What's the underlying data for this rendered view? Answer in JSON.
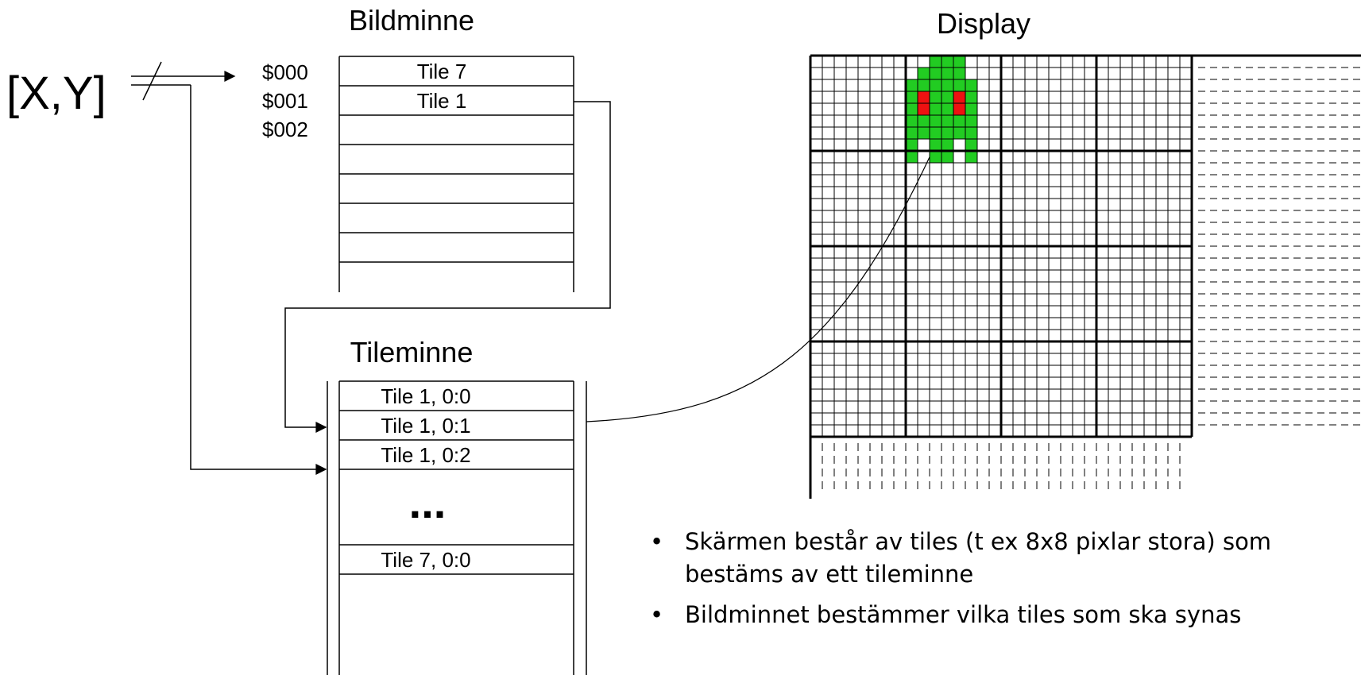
{
  "headings": {
    "bildminne": "Bildminne",
    "display": "Display",
    "tileminne": "Tileminne"
  },
  "coordinate_label": "[X,Y]",
  "addresses": [
    "$000",
    "$001",
    "$002"
  ],
  "bildminne_cells": [
    "Tile 7",
    "Tile 1"
  ],
  "tileminne_cells": [
    "Tile 1, 0:0",
    "Tile 1, 0:1",
    "Tile 1, 0:2",
    "Tile 7, 0:0"
  ],
  "ellipsis": "...",
  "bullets": [
    [
      "Skärmen består av tiles (t ex 8x8 pixlar stora) som",
      "bestäms av ett tileminne"
    ],
    [
      "Bildminnet bestämmer vilka tiles som ska synas"
    ]
  ],
  "colors": {
    "sprite_body": "#22cc22",
    "sprite_eyes": "#ee1111",
    "lines": "#000000"
  }
}
